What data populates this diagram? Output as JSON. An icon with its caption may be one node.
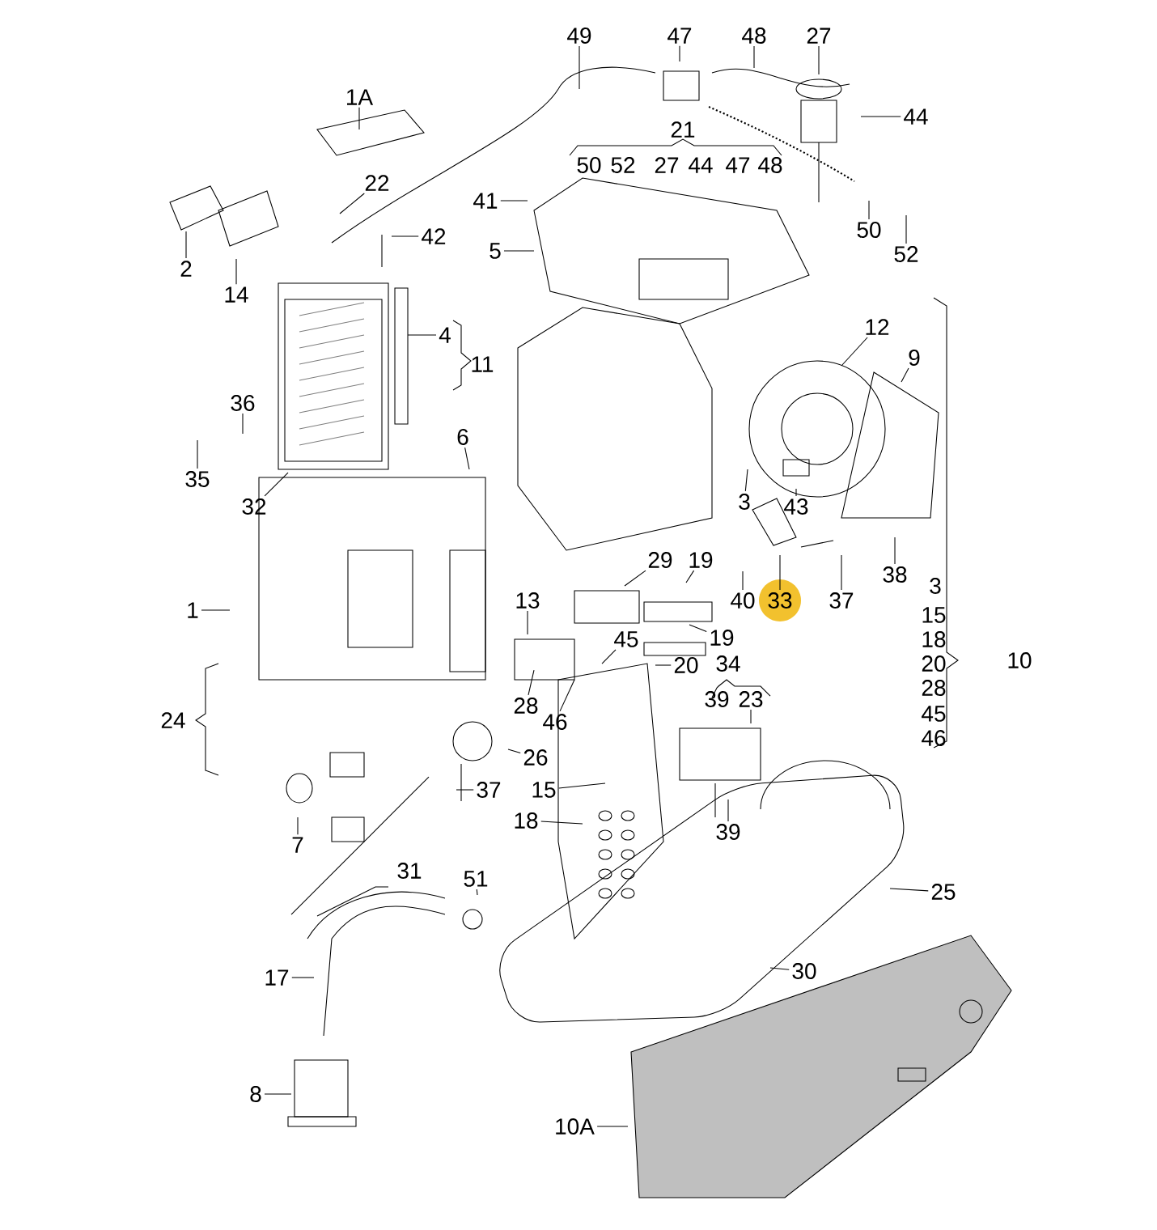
{
  "diagram": {
    "nodes": [
      {
        "text": [
          "49"
        ]
      },
      {
        "text": [
          "47"
        ]
      },
      {
        "text": [
          "48"
        ]
      },
      {
        "text": [
          "27"
        ]
      },
      {
        "text": [
          "1A"
        ]
      },
      {
        "text": [
          "44"
        ]
      },
      {
        "text": [
          "22"
        ]
      },
      {
        "text": [
          "41"
        ]
      },
      {
        "text": [
          "42"
        ]
      },
      {
        "text": [
          "50"
        ]
      },
      {
        "text": [
          "5"
        ]
      },
      {
        "text": [
          "52"
        ]
      },
      {
        "text": [
          "2"
        ]
      },
      {
        "text": [
          "14"
        ]
      },
      {
        "text": [
          "12"
        ]
      },
      {
        "text": [
          "4"
        ]
      },
      {
        "text": [
          "9"
        ]
      },
      {
        "text": [
          "36"
        ]
      },
      {
        "text": [
          "6"
        ]
      },
      {
        "text": [
          "35"
        ]
      },
      {
        "text": [
          "3"
        ]
      },
      {
        "text": [
          "43"
        ]
      },
      {
        "text": [
          "32"
        ]
      },
      {
        "text": [
          "29"
        ]
      },
      {
        "text": [
          "19"
        ]
      },
      {
        "text": [
          "38"
        ]
      },
      {
        "text": [
          "40"
        ]
      },
      {
        "text": [
          "33"
        ]
      },
      {
        "text": [
          "37"
        ]
      },
      {
        "text": [
          "13"
        ]
      },
      {
        "text": [
          "1"
        ]
      },
      {
        "text": [
          "45"
        ]
      },
      {
        "text": [
          "19"
        ]
      },
      {
        "text": [
          "20"
        ]
      },
      {
        "text": [
          "23"
        ]
      },
      {
        "text": [
          "28"
        ]
      },
      {
        "text": [
          "46"
        ]
      },
      {
        "text": [
          "26"
        ]
      },
      {
        "text": [
          "37"
        ]
      },
      {
        "text": [
          "15"
        ]
      },
      {
        "text": [
          "18"
        ]
      },
      {
        "text": [
          "39"
        ]
      },
      {
        "text": [
          "7"
        ]
      },
      {
        "text": [
          "51"
        ]
      },
      {
        "text": [
          "25"
        ]
      },
      {
        "text": [
          "30"
        ]
      },
      {
        "text": [
          "17"
        ]
      },
      {
        "text": [
          "8"
        ]
      },
      {
        "text": [
          "10A"
        ]
      }
    ],
    "edges": [
      {
        "from": 0,
        "to": null,
        "arrow": "none"
      },
      {
        "from": 1,
        "to": null,
        "arrow": "none"
      },
      {
        "from": 2,
        "to": null,
        "arrow": "none"
      },
      {
        "from": 3,
        "to": null,
        "arrow": "none"
      },
      {
        "from": 4,
        "to": null,
        "arrow": "none"
      },
      {
        "from": 5,
        "to": null,
        "arrow": "none"
      },
      {
        "from": 6,
        "to": null,
        "arrow": "none"
      },
      {
        "from": 7,
        "to": null,
        "arrow": "none"
      },
      {
        "from": 8,
        "to": null,
        "arrow": "none"
      },
      {
        "from": 9,
        "to": null,
        "arrow": "none"
      },
      {
        "from": 10,
        "to": null,
        "arrow": "none"
      },
      {
        "from": 11,
        "to": null,
        "arrow": "none"
      },
      {
        "from": 12,
        "to": null,
        "arrow": "none"
      },
      {
        "from": 13,
        "to": null,
        "arrow": "none"
      },
      {
        "from": 14,
        "to": null,
        "arrow": "none"
      },
      {
        "from": 15,
        "to": null,
        "arrow": "none"
      },
      {
        "from": 16,
        "to": null,
        "arrow": "none"
      },
      {
        "from": 17,
        "to": null,
        "arrow": "none"
      },
      {
        "from": 18,
        "to": null,
        "arrow": "none"
      },
      {
        "from": 19,
        "to": null,
        "arrow": "none"
      },
      {
        "from": 20,
        "to": null,
        "arrow": "none"
      },
      {
        "from": 21,
        "to": null,
        "arrow": "none"
      },
      {
        "from": 22,
        "to": null,
        "arrow": "none"
      },
      {
        "from": 23,
        "to": null,
        "arrow": "none"
      },
      {
        "from": 24,
        "to": null,
        "arrow": "none"
      },
      {
        "from": 25,
        "to": null,
        "arrow": "none"
      },
      {
        "from": 26,
        "to": null,
        "arrow": "none"
      },
      {
        "from": 27,
        "to": null,
        "arrow": "none"
      },
      {
        "from": 28,
        "to": null,
        "arrow": "none"
      },
      {
        "from": 29,
        "to": null,
        "arrow": "none"
      },
      {
        "from": 30,
        "to": null,
        "arrow": "none"
      },
      {
        "from": 31,
        "to": null,
        "arrow": "none"
      },
      {
        "from": 32,
        "to": null,
        "arrow": "none"
      },
      {
        "from": 33,
        "to": null,
        "arrow": "none"
      },
      {
        "from": 34,
        "to": null,
        "arrow": "none"
      },
      {
        "from": 35,
        "to": null,
        "arrow": "none"
      },
      {
        "from": 36,
        "to": null,
        "arrow": "none"
      },
      {
        "from": 37,
        "to": null,
        "arrow": "none"
      },
      {
        "from": 38,
        "to": null,
        "arrow": "none"
      },
      {
        "from": 39,
        "to": null,
        "arrow": "none"
      },
      {
        "from": 40,
        "to": null,
        "arrow": "none"
      },
      {
        "from": 41,
        "to": null,
        "arrow": "none"
      },
      {
        "from": 42,
        "to": null,
        "arrow": "none"
      },
      {
        "from": 43,
        "to": null,
        "arrow": "none"
      },
      {
        "from": 44,
        "to": null,
        "arrow": "none"
      },
      {
        "from": 45,
        "to": null,
        "arrow": "none"
      },
      {
        "from": 46,
        "to": null,
        "arrow": "none"
      },
      {
        "from": 47,
        "to": null,
        "arrow": "none"
      },
      {
        "from": 48,
        "to": null,
        "arrow": "none"
      }
    ],
    "labels": [
      "21",
      "50",
      "52",
      "27",
      "44",
      "47",
      "48",
      "11",
      "3",
      "15",
      "18",
      "34",
      "20",
      "10",
      "28",
      "45",
      "46",
      "39",
      "24",
      "31"
    ]
  }
}
